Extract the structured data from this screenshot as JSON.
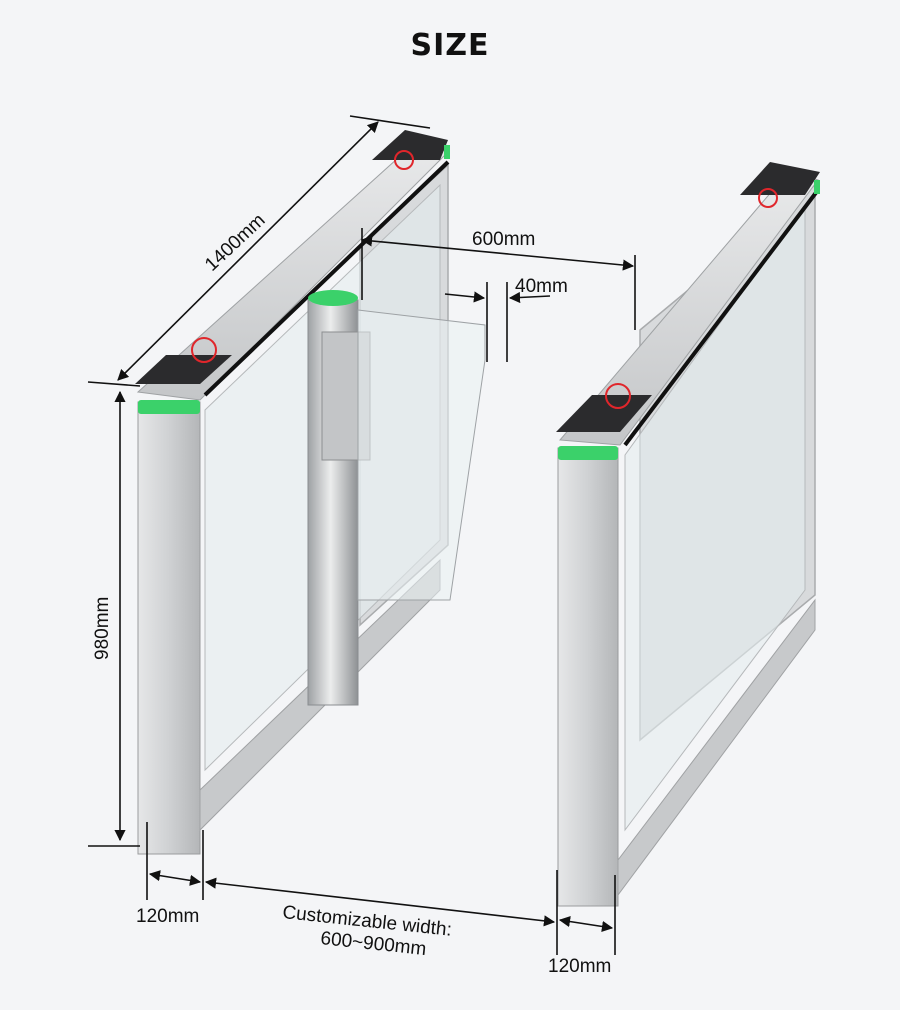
{
  "title": "SIZE",
  "dimensions": {
    "length": "1400mm",
    "height": "980mm",
    "passage": "600mm",
    "gap": "40mm",
    "cabinet_width_left": "120mm",
    "cabinet_width_right": "120mm",
    "custom_width_line1": "Customizable width:",
    "custom_width_line2": "600~900mm"
  },
  "colors": {
    "accent_led": "#3bd16a",
    "nfc_ring": "#e0262b",
    "steel": "#c9cbcd",
    "top_panel": "#2b2b2d"
  }
}
